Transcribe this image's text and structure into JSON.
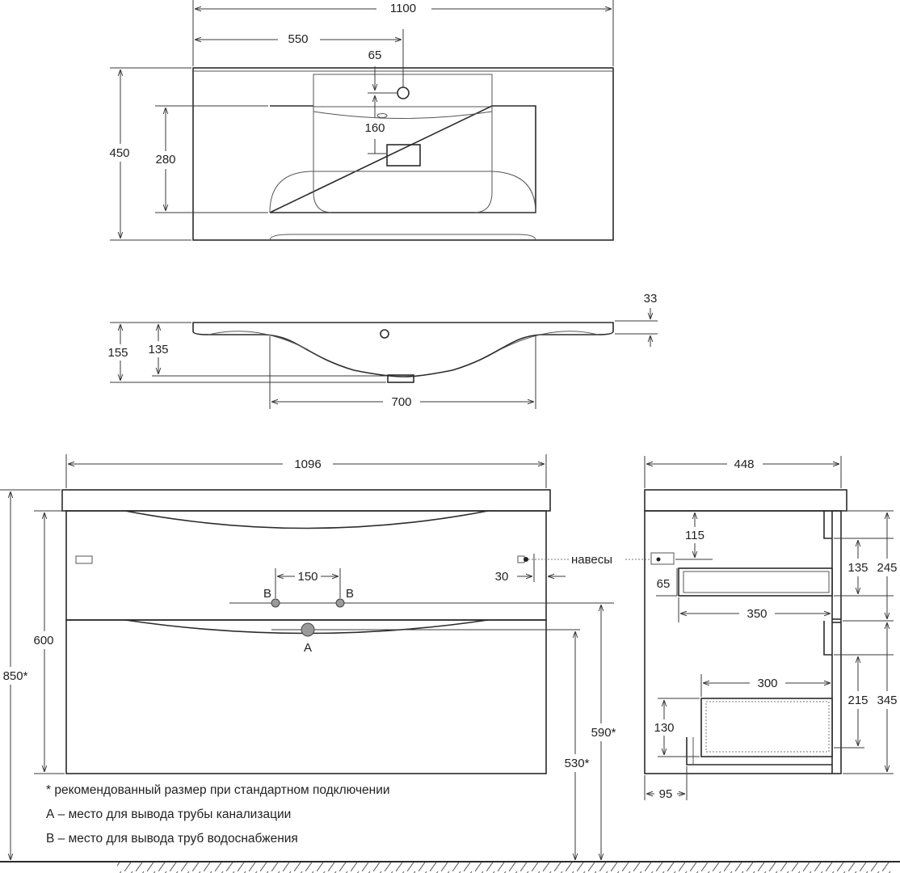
{
  "top_view": {
    "width": "1100",
    "half_width": "550",
    "tap_offset": "65",
    "overflow_offset": "160",
    "depth": "450",
    "bowl_depth": "280"
  },
  "side_section": {
    "rim": "33",
    "height": "155",
    "inner_height": "135",
    "bowl_width": "700"
  },
  "front_view": {
    "width": "1096",
    "body_height": "600",
    "total_height": "850*",
    "pipe_spacing": "150",
    "label_b": "B",
    "label_a": "A",
    "hanger_offset": "30",
    "hanger_label": "навесы",
    "supply_height": "590*",
    "drain_height": "530*"
  },
  "side_view": {
    "depth": "448",
    "hanger_drop": "115",
    "hanger_inset": "65",
    "top_drawer_depth": "350",
    "bottom_drawer_depth": "300",
    "bottom_drawer_height": "130",
    "plinth": "95",
    "top_drawer_inner": "135",
    "top_drawer_outer": "245",
    "bottom_drawer_inner": "215",
    "bottom_drawer_outer": "345"
  },
  "notes": {
    "recommended": "* рекомендованный размер при стандартном подключении",
    "point_a": "А – место для вывода трубы канализации",
    "point_b": "В – место для вывода труб водоснабжения"
  }
}
